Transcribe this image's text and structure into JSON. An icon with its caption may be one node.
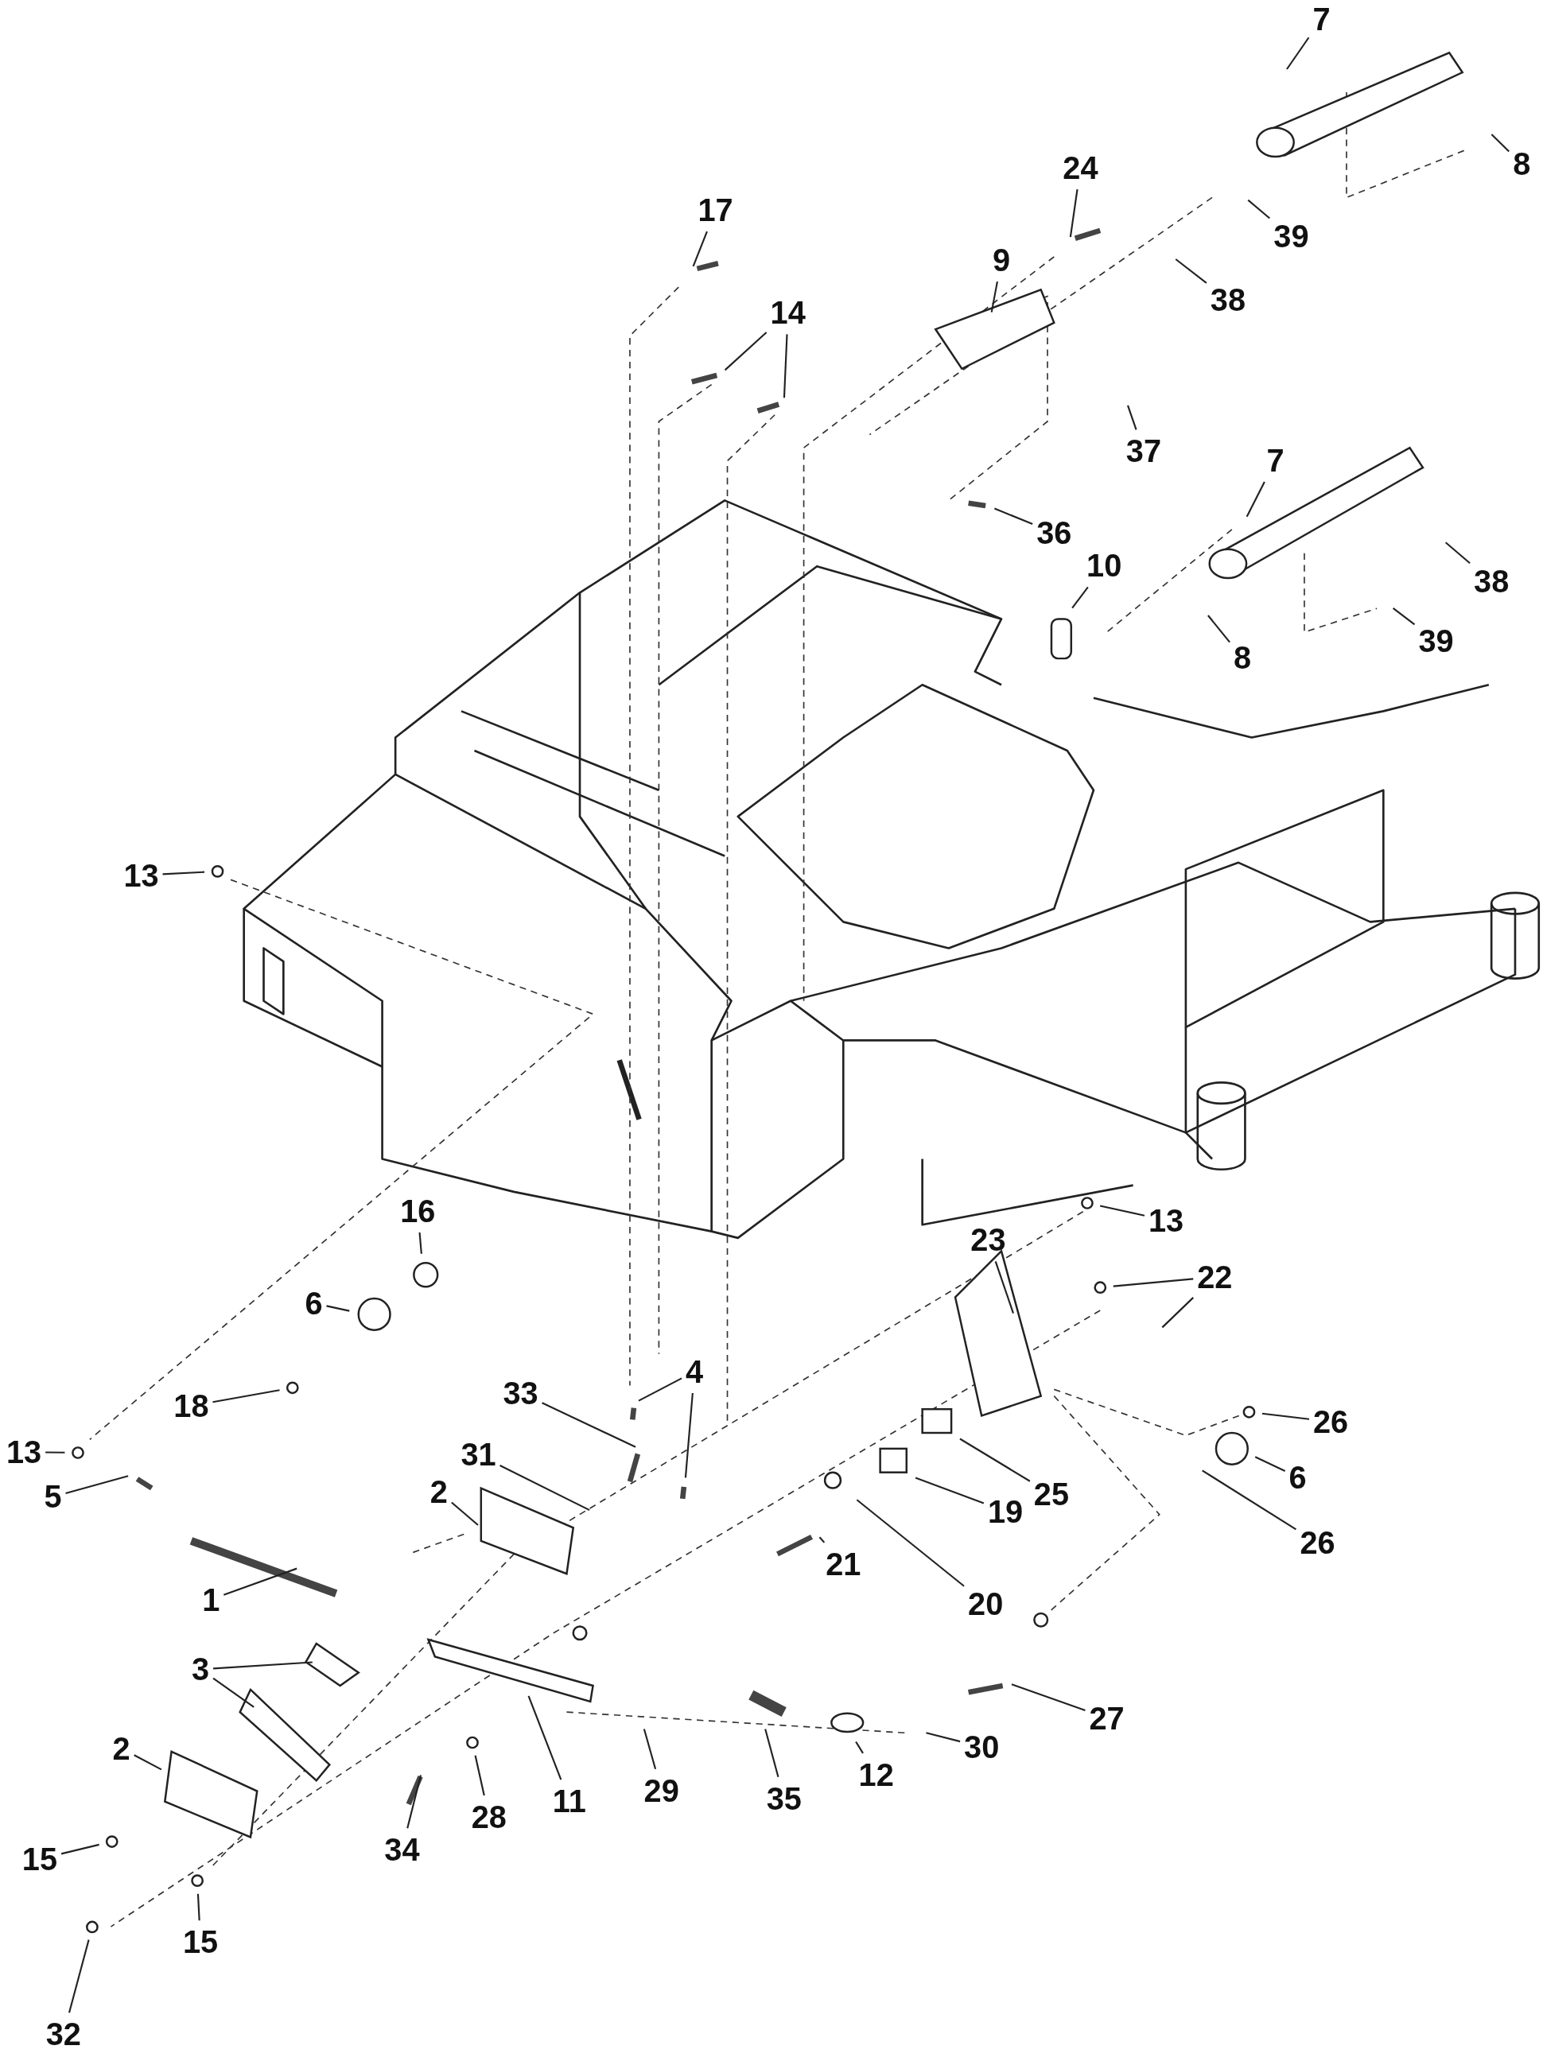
{
  "diagram": {
    "nodes": [
      {
        "text": [
          "7"
        ]
      },
      {
        "text": [
          "8"
        ]
      },
      {
        "text": [
          "24"
        ]
      },
      {
        "text": [
          "17"
        ]
      },
      {
        "text": [
          "39"
        ]
      },
      {
        "text": [
          "9"
        ]
      },
      {
        "text": [
          "38"
        ]
      },
      {
        "text": [
          "14"
        ]
      },
      {
        "text": [
          "37"
        ]
      },
      {
        "text": [
          "7"
        ]
      },
      {
        "text": [
          "36"
        ]
      },
      {
        "text": [
          "38"
        ]
      },
      {
        "text": [
          "10"
        ]
      },
      {
        "text": [
          "39"
        ]
      },
      {
        "text": [
          "8"
        ]
      },
      {
        "text": [
          "13"
        ]
      },
      {
        "text": [
          "16"
        ]
      },
      {
        "text": [
          "13"
        ]
      },
      {
        "text": [
          "23"
        ]
      },
      {
        "text": [
          "6"
        ]
      },
      {
        "text": [
          "22"
        ]
      },
      {
        "text": [
          "4"
        ]
      },
      {
        "text": [
          "18"
        ]
      },
      {
        "text": [
          "33"
        ]
      },
      {
        "text": [
          "26"
        ]
      },
      {
        "text": [
          "13"
        ]
      },
      {
        "text": [
          "31"
        ]
      },
      {
        "text": [
          "5"
        ]
      },
      {
        "text": [
          "25"
        ]
      },
      {
        "text": [
          "2"
        ]
      },
      {
        "text": [
          "6"
        ]
      },
      {
        "text": [
          "19"
        ]
      },
      {
        "text": [
          "26"
        ]
      },
      {
        "text": [
          "21"
        ]
      },
      {
        "text": [
          "1"
        ]
      },
      {
        "text": [
          "20"
        ]
      },
      {
        "text": [
          "3"
        ]
      },
      {
        "text": [
          "27"
        ]
      },
      {
        "text": [
          "30"
        ]
      },
      {
        "text": [
          "2"
        ]
      },
      {
        "text": [
          "29"
        ]
      },
      {
        "text": [
          "35"
        ]
      },
      {
        "text": [
          "12"
        ]
      },
      {
        "text": [
          "11"
        ]
      },
      {
        "text": [
          "28"
        ]
      },
      {
        "text": [
          "34"
        ]
      },
      {
        "text": [
          "15"
        ]
      },
      {
        "text": [
          "15"
        ]
      },
      {
        "text": [
          "32"
        ]
      }
    ],
    "edges": [
      {
        "from": 0,
        "to": null,
        "arrow": "none"
      },
      {
        "from": 1,
        "to": null,
        "arrow": "none"
      },
      {
        "from": 2,
        "to": null,
        "arrow": "none"
      },
      {
        "from": 3,
        "to": null,
        "arrow": "none"
      },
      {
        "from": 4,
        "to": null,
        "arrow": "none"
      },
      {
        "from": 5,
        "to": null,
        "arrow": "none"
      },
      {
        "from": 6,
        "to": null,
        "arrow": "none"
      },
      {
        "from": 7,
        "to": null,
        "arrow": "none"
      },
      {
        "from": 7,
        "to": null,
        "arrow": "none"
      },
      {
        "from": 8,
        "to": null,
        "arrow": "none"
      },
      {
        "from": 9,
        "to": null,
        "arrow": "none"
      },
      {
        "from": 10,
        "to": null,
        "arrow": "none"
      },
      {
        "from": 11,
        "to": null,
        "arrow": "none"
      },
      {
        "from": 12,
        "to": null,
        "arrow": "none"
      },
      {
        "from": 13,
        "to": null,
        "arrow": "none"
      },
      {
        "from": 14,
        "to": null,
        "arrow": "none"
      },
      {
        "from": 15,
        "to": null,
        "arrow": "none"
      },
      {
        "from": 16,
        "to": null,
        "arrow": "none"
      },
      {
        "from": 17,
        "to": null,
        "arrow": "none"
      },
      {
        "from": 18,
        "to": null,
        "arrow": "none"
      },
      {
        "from": 19,
        "to": null,
        "arrow": "none"
      },
      {
        "from": 20,
        "to": null,
        "arrow": "none"
      },
      {
        "from": 20,
        "to": null,
        "arrow": "none"
      },
      {
        "from": 21,
        "to": null,
        "arrow": "none"
      },
      {
        "from": 21,
        "to": null,
        "arrow": "none"
      },
      {
        "from": 22,
        "to": null,
        "arrow": "none"
      },
      {
        "from": 23,
        "to": null,
        "arrow": "none"
      },
      {
        "from": 24,
        "to": null,
        "arrow": "none"
      },
      {
        "from": 25,
        "to": null,
        "arrow": "none"
      },
      {
        "from": 26,
        "to": null,
        "arrow": "none"
      },
      {
        "from": 27,
        "to": null,
        "arrow": "none"
      },
      {
        "from": 28,
        "to": null,
        "arrow": "none"
      },
      {
        "from": 29,
        "to": null,
        "arrow": "none"
      },
      {
        "from": 30,
        "to": null,
        "arrow": "none"
      },
      {
        "from": 31,
        "to": null,
        "arrow": "none"
      },
      {
        "from": 32,
        "to": null,
        "arrow": "none"
      },
      {
        "from": 33,
        "to": null,
        "arrow": "none"
      },
      {
        "from": 34,
        "to": null,
        "arrow": "none"
      },
      {
        "from": 35,
        "to": null,
        "arrow": "none"
      },
      {
        "from": 36,
        "to": null,
        "arrow": "none"
      },
      {
        "from": 36,
        "to": null,
        "arrow": "none"
      },
      {
        "from": 37,
        "to": null,
        "arrow": "none"
      },
      {
        "from": 38,
        "to": null,
        "arrow": "none"
      },
      {
        "from": 39,
        "to": null,
        "arrow": "none"
      },
      {
        "from": 40,
        "to": null,
        "arrow": "none"
      },
      {
        "from": 41,
        "to": null,
        "arrow": "none"
      },
      {
        "from": 42,
        "to": null,
        "arrow": "none"
      },
      {
        "from": 43,
        "to": null,
        "arrow": "none"
      },
      {
        "from": 44,
        "to": null,
        "arrow": "none"
      },
      {
        "from": 45,
        "to": null,
        "arrow": "none"
      },
      {
        "from": 46,
        "to": null,
        "arrow": "none"
      },
      {
        "from": 47,
        "to": null,
        "arrow": "none"
      },
      {
        "from": 48,
        "to": null,
        "arrow": "none"
      }
    ]
  }
}
